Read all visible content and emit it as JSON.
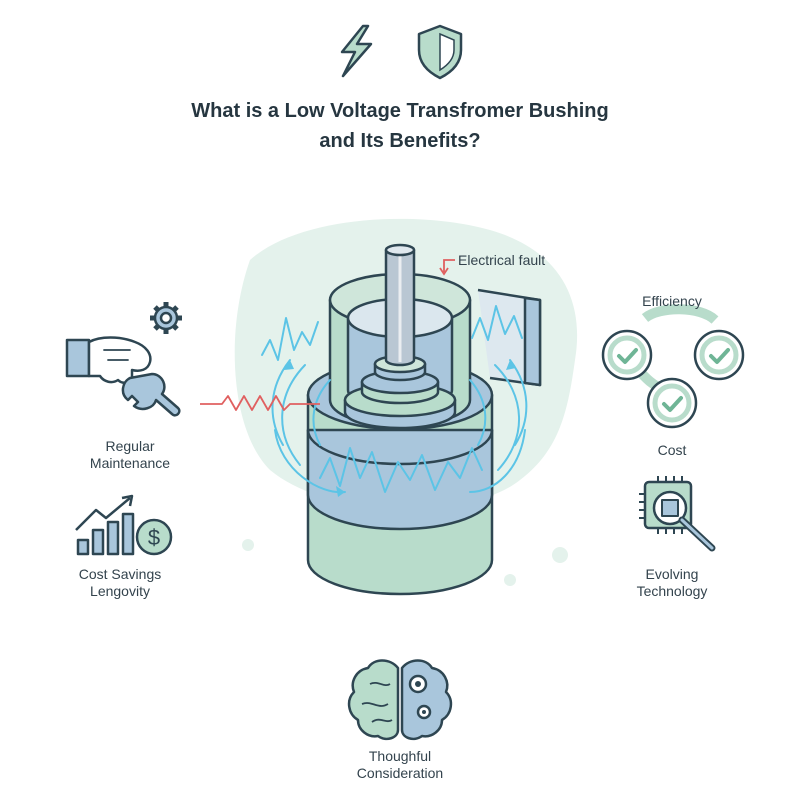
{
  "title": {
    "line1": "What is a Low Voltage Transfromer Bushing",
    "line2": "and Its Benefits?"
  },
  "top_icons": [
    "lightning-bolt-icon",
    "shield-icon"
  ],
  "callout": {
    "label": "Electrical fault",
    "color": "#e06060"
  },
  "features": {
    "maintenance": {
      "line1": "Regular",
      "line2": "Maintenance"
    },
    "cost_savings": {
      "line1": "Cost Savings",
      "line2": "Lengovity"
    },
    "efficiency": {
      "label": "Efficiency"
    },
    "cost": {
      "label": "Cost"
    },
    "technology": {
      "line1": "Evolving",
      "line2": "Technology"
    },
    "consideration": {
      "line1": "Thoughful",
      "line2": "Consideration"
    }
  },
  "icons": {
    "maintenance": "hand-wrench-icon",
    "gear": "gear-icon",
    "chart": "bar-chart-dollar-icon",
    "checks": "checkmark-circles-icon",
    "technology": "chip-magnifier-icon",
    "brain": "brain-gear-icon"
  },
  "palette": {
    "outline": "#2e4652",
    "green": "#b8dccb",
    "blue": "#a9c6dc",
    "mint_bg": "#e4f2ec",
    "wave": "#5cc4e6",
    "fault": "#e06060",
    "check": "#6fb596"
  }
}
